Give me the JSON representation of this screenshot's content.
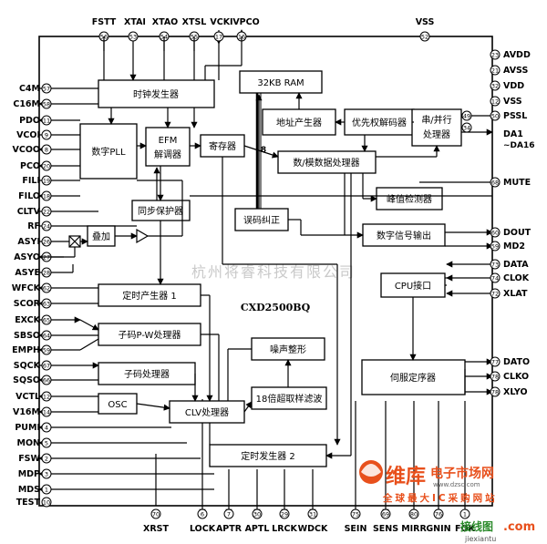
{
  "chip_name": "CXD2500BQ",
  "watermark": "杭州将睿科技有限公司",
  "pins": {
    "top": [
      {
        "label": "FSTT",
        "num": "56"
      },
      {
        "label": "XTAI",
        "num": "53"
      },
      {
        "label": "XTAO",
        "num": "54"
      },
      {
        "label": "XTSL",
        "num": "55"
      },
      {
        "label": "VCKI",
        "num": "17"
      },
      {
        "label": "VPCO",
        "num": "16"
      },
      {
        "label": "VSS",
        "num": "52"
      }
    ],
    "left": [
      {
        "label": "C4M",
        "num": "57"
      },
      {
        "label": "C16M",
        "num": "58"
      },
      {
        "label": "PDO",
        "num": "11"
      },
      {
        "label": "VCOI",
        "num": "9"
      },
      {
        "label": "VCOO",
        "num": "8"
      },
      {
        "label": "PCO",
        "num": "20"
      },
      {
        "label": "FILI",
        "num": "19"
      },
      {
        "label": "FILO",
        "num": "18"
      },
      {
        "label": "CLTV",
        "num": "22"
      },
      {
        "label": "RF",
        "num": "24"
      },
      {
        "label": "ASYI",
        "num": "26"
      },
      {
        "label": "ASYO",
        "num": "27"
      },
      {
        "label": "ASYE",
        "num": "28"
      },
      {
        "label": "WFCK",
        "num": "62"
      },
      {
        "label": "SCOR",
        "num": "63"
      },
      {
        "label": "EXCK",
        "num": "65"
      },
      {
        "label": "SBSO",
        "num": "64"
      },
      {
        "label": "EMPH",
        "num": "59"
      },
      {
        "label": "SQCK",
        "num": "67"
      },
      {
        "label": "SQSO",
        "num": "66"
      },
      {
        "label": "VCTL",
        "num": "12"
      },
      {
        "label": "V16M",
        "num": "14"
      },
      {
        "label": "PUMI",
        "num": "4"
      },
      {
        "label": "MON",
        "num": "5"
      },
      {
        "label": "FSW",
        "num": "2"
      },
      {
        "label": "MDP",
        "num": "3"
      },
      {
        "label": "MDS",
        "num": "1"
      },
      {
        "label": "TEST",
        "num": "10"
      }
    ],
    "right": [
      {
        "label": "AVDD",
        "num": "23"
      },
      {
        "label": "AVSS",
        "num": "21"
      },
      {
        "label": "VDD",
        "num": "32"
      },
      {
        "label": "VSS",
        "num": "12"
      },
      {
        "label": "PSSL",
        "num": "50"
      },
      {
        "label": "DA1",
        "num": ""
      },
      {
        "label": "~DA16",
        "num": ""
      },
      {
        "label": "MUTE",
        "num": "68"
      },
      {
        "label": "DOUT",
        "num": "60"
      },
      {
        "label": "MD2",
        "num": "59"
      },
      {
        "label": "DATA",
        "num": "73"
      },
      {
        "label": "CLOK",
        "num": "74"
      },
      {
        "label": "XLAT",
        "num": "72"
      },
      {
        "label": "DATO",
        "num": "77"
      },
      {
        "label": "CLKO",
        "num": "78"
      },
      {
        "label": "XLYO",
        "num": "78"
      }
    ],
    "bottom": [
      {
        "label": "XRST",
        "num": "70"
      },
      {
        "label": "LOCK",
        "num": "6"
      },
      {
        "label": "APTR",
        "num": "7"
      },
      {
        "label": "APTL",
        "num": "30"
      },
      {
        "label": "LRCK",
        "num": "29"
      },
      {
        "label": "WDCK",
        "num": "31"
      },
      {
        "label": "SEIN",
        "num": "75"
      },
      {
        "label": "SENS",
        "num": "69"
      },
      {
        "label": "MIRR",
        "num": "80"
      },
      {
        "label": "GNIN",
        "num": "76"
      },
      {
        "label": "FOK",
        "num": "1"
      }
    ]
  },
  "blocks": {
    "clock_gen": "时钟发生器",
    "digital_pll": "数字PLL",
    "efm_line1": "EFM",
    "efm_line2": "解调器",
    "register": "寄存器",
    "ram": "32KB RAM",
    "addr_gen": "地址产生器",
    "priority_decoder": "优先权解码器",
    "ser_par_line1": "串/并行",
    "ser_par_line2": "处理器",
    "dac_processor": "数/模数据处理器",
    "peak_detector": "峰值检测器",
    "sync_protect": "同步保护器",
    "error_correct": "误码纠正",
    "digital_out": "数字信号输出",
    "adder": "叠加",
    "timing_gen1": "定时产生器 1",
    "subcode_pw": "子码P-W处理器",
    "subcode": "子码处理器",
    "noise_shaping": "噪声整形",
    "cpu_interface": "CPU接口",
    "servo_sequencer": "伺服定序器",
    "osc": "OSC",
    "oversampling": "18倍超取样滤波",
    "clv": "CLV处理器",
    "timing_gen2": "定时发生器 2",
    "bus_width": "8",
    "pin34": "34",
    "pin49": "49"
  },
  "logo": {
    "brand": "维库",
    "market": "电子市场网",
    "url": "www.dzsc.com",
    "slogan": "全球最大IC采购网站",
    "footer_left": "接线图",
    "footer_dot": ".com",
    "footer_site": "jiexiantu"
  },
  "colors": {
    "line": "#000000",
    "logo_orange": "#e8501c",
    "logo_green": "#2a8a2a"
  }
}
